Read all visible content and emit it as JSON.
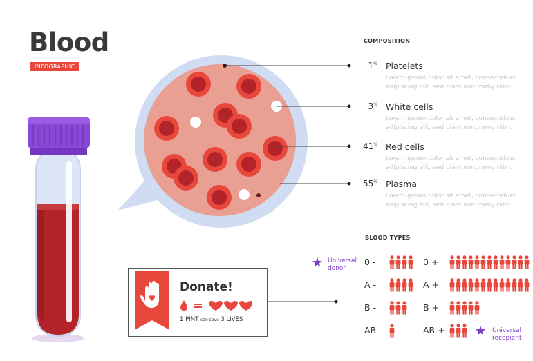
{
  "header": {
    "title": "Blood",
    "subtitle": "INFOGRAPHIC"
  },
  "composition": {
    "heading": "COMPOSITION",
    "items": [
      {
        "pct": "1",
        "unit": "%",
        "name": "Platelets",
        "desc1": "Lorem ipsum dolor sit amet, consectetuer",
        "desc2": "adipiscing elit, sed diam nonummy nibh."
      },
      {
        "pct": "3",
        "unit": "%",
        "name": "White cells",
        "desc1": "Lorem ipsum dolor sit amet, consectetuer",
        "desc2": "adipiscing elit, sed diam nonummy nibh."
      },
      {
        "pct": "41",
        "unit": "%",
        "name": "Red cells",
        "desc1": "Lorem ipsum dolor sit amet, consectetuer",
        "desc2": "adipiscing elit, sed diam nonummy nibh."
      },
      {
        "pct": "55",
        "unit": "%",
        "name": "Plasma",
        "desc1": "Lorem ipsum dolor sit amet, consectetuer",
        "desc2": "adipiscing elit, sed diam nonummy nibh."
      }
    ]
  },
  "blood_types": {
    "heading": "BLOOD TYPES",
    "universal_donor": "Universal donor",
    "universal_recipient": "Universal recepient",
    "types": [
      {
        "label": "0 -",
        "count": 4
      },
      {
        "label": "0 +",
        "count": 13
      },
      {
        "label": "A -",
        "count": 4
      },
      {
        "label": "A +",
        "count": 13
      },
      {
        "label": "B -",
        "count": 3
      },
      {
        "label": "B +",
        "count": 5
      },
      {
        "label": "AB -",
        "count": 1
      },
      {
        "label": "AB +",
        "count": 3
      }
    ]
  },
  "donate": {
    "title": "Donate!",
    "pint": "1 PINT",
    "can_save": "can save",
    "lives": "3 LIVES"
  },
  "colors": {
    "red": "#e8483c",
    "dark_red": "#b3232a",
    "purple": "#7d3fc7",
    "plasma": "#e99f92",
    "bubble": "#cfdcf2"
  },
  "icons": {
    "star": "star-icon",
    "person": "person-icon",
    "hand": "hand-heart-icon",
    "drop": "blood-drop-icon",
    "heart": "heart-icon"
  }
}
